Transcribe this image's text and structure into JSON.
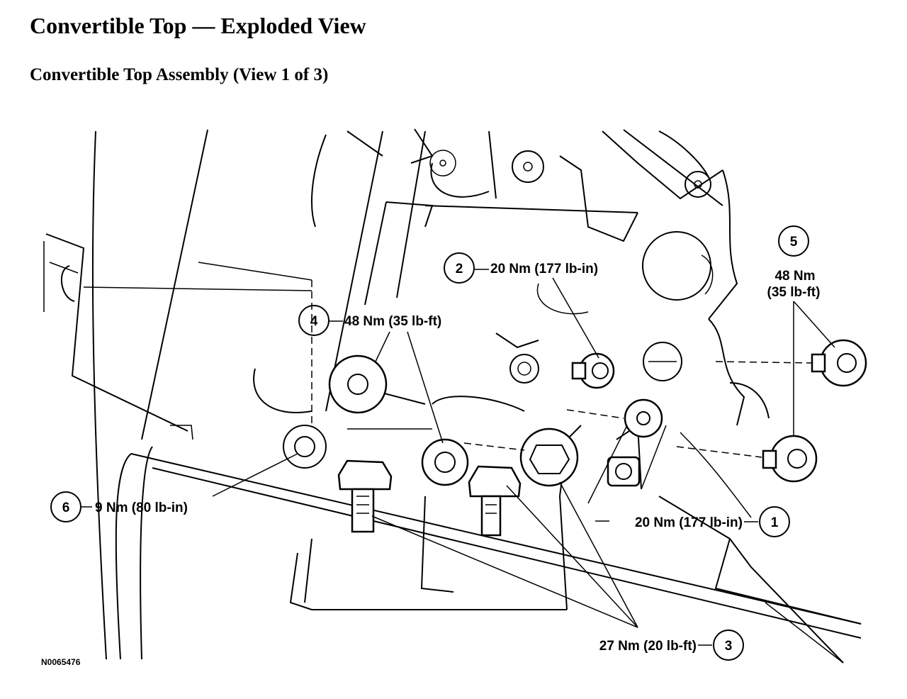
{
  "title": "Convertible Top — Exploded View",
  "subtitle": "Convertible Top Assembly (View 1 of 3)",
  "figure_id": "N0065476",
  "callouts": [
    {
      "num": "1",
      "torque": "20 Nm (177 lb-in)"
    },
    {
      "num": "2",
      "torque": "20 Nm (177 lb-in)"
    },
    {
      "num": "3",
      "torque": "27 Nm (20 lb-ft)"
    },
    {
      "num": "4",
      "torque": "48 Nm (35 lb-ft)"
    },
    {
      "num": "5",
      "torque": "48 Nm",
      "torque_sub": "(35 lb-ft)"
    },
    {
      "num": "6",
      "torque": "9 Nm (80 lb-in)"
    }
  ]
}
